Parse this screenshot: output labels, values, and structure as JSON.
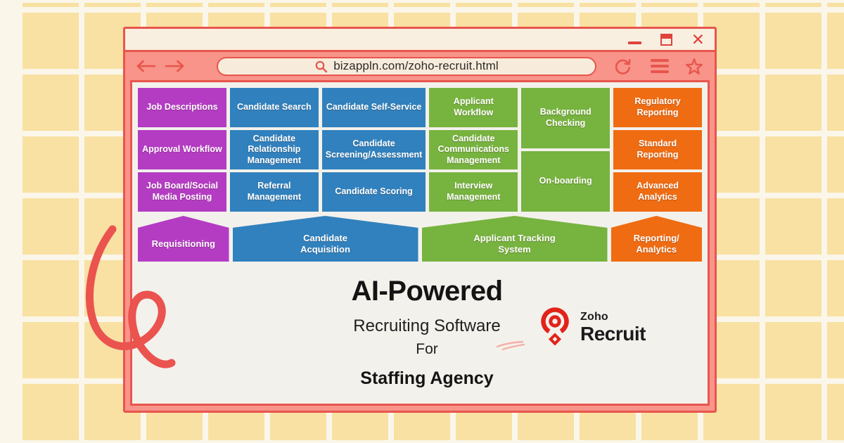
{
  "browser": {
    "url": "bizappln.com/zoho-recruit.html"
  },
  "features": {
    "boxes": [
      {
        "label": "Job Descriptions",
        "color": "purple"
      },
      {
        "label": "Approval Workflow",
        "color": "purple"
      },
      {
        "label": "Job Board/Social Media Posting",
        "color": "purple"
      },
      {
        "label": "Candidate Search",
        "color": "blue"
      },
      {
        "label": "Candidate Relationship Management",
        "color": "blue"
      },
      {
        "label": "Referral Management",
        "color": "blue"
      },
      {
        "label": "Candidate Self-Service",
        "color": "blue"
      },
      {
        "label": "Candidate Screening/Assessment",
        "color": "blue"
      },
      {
        "label": "Candidate Scoring",
        "color": "blue"
      },
      {
        "label": "Applicant Workflow",
        "color": "green"
      },
      {
        "label": "Candidate Communications Management",
        "color": "green"
      },
      {
        "label": "Interview Management",
        "color": "green"
      },
      {
        "label": "Background Checking",
        "color": "green"
      },
      {
        "label": "On-boarding",
        "color": "green"
      },
      {
        "label": "Regulatory Reporting",
        "color": "orange"
      },
      {
        "label": "Standard Reporting",
        "color": "orange"
      },
      {
        "label": "Advanced Analytics",
        "color": "orange"
      }
    ],
    "banners": [
      {
        "label": "Requisitioning",
        "color": "purple"
      },
      {
        "label": "Candidate Acquisition",
        "color": "blue"
      },
      {
        "label": "Applicant Tracking System",
        "color": "green"
      },
      {
        "label": "Reporting/ Analytics",
        "color": "orange"
      }
    ]
  },
  "headline": {
    "title": "AI-Powered",
    "subtitle": "Recruiting Software",
    "connector": "For",
    "audience": "Staffing Agency"
  },
  "logo": {
    "brand": "Zoho",
    "product": "Recruit"
  },
  "colors": {
    "purple": "#b43cc3",
    "blue": "#3081bd",
    "green": "#77b33f",
    "orange": "#ef6c12",
    "frame_salmon": "#f8948a",
    "accent_red": "#e8554d",
    "logo_red": "#e2231a",
    "background_yellow": "#f8e1a3",
    "content_bg": "#f3f1ec"
  }
}
